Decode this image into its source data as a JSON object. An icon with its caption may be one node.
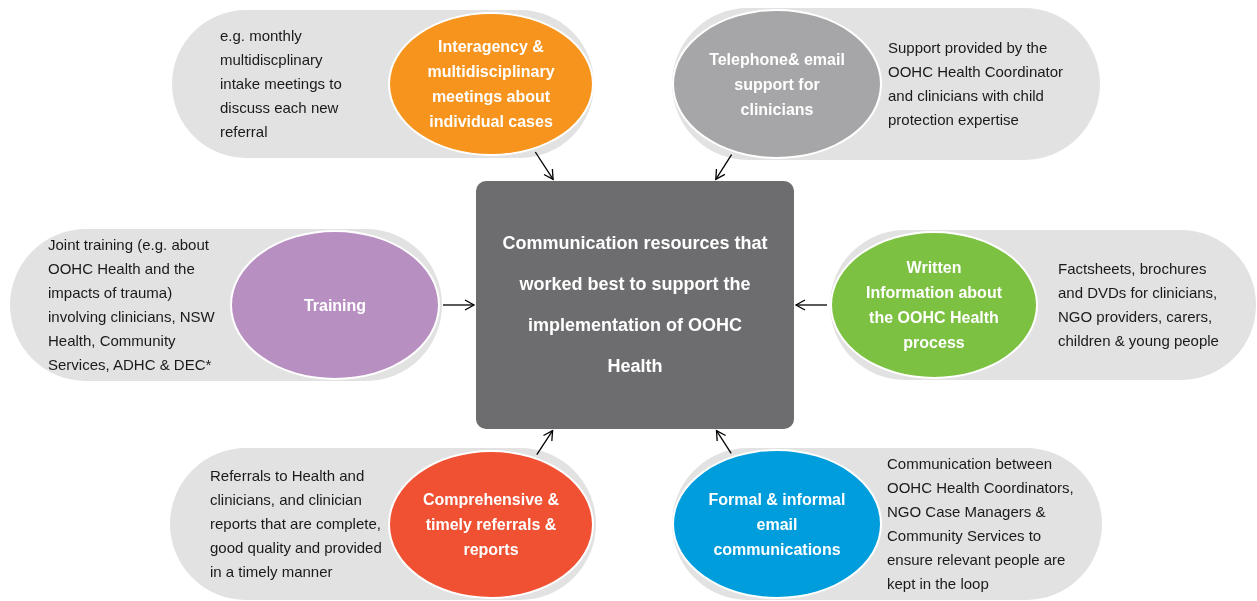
{
  "diagram": {
    "nodes": [
      {
        "text": [
          "Communication resources that worked best to support the implementation of OOHC Health"
        ]
      },
      {
        "text": [
          "e.g. monthly multidiscplinary intake meetings to discuss each new referral"
        ]
      },
      {
        "text": [
          "Interagency & multidisciplinary meetings about individual cases"
        ],
        "in": 1
      },
      {
        "text": [
          "Support provided by the OOHC Health Coordinator and clinicians with child protection expertise"
        ]
      },
      {
        "text": [
          "Telephone& email support for clinicians"
        ],
        "in": 3
      },
      {
        "text": [
          "Joint training (e.g. about OOHC Health and the impacts of trauma) involving clinicians, NSW Health, Community Services, ADHC & DEC*"
        ]
      },
      {
        "text": [
          "Training"
        ],
        "in": 5
      },
      {
        "text": [
          "Factsheets, brochures and DVDs for clinicians, NGO providers, carers, children & young people"
        ]
      },
      {
        "text": [
          "Written Information about the OOHC Health process"
        ],
        "in": 7
      },
      {
        "text": [
          "Referrals to Health and clinicians, and clinician reports that are complete, good quality and provided in a timely manner"
        ]
      },
      {
        "text": [
          "Comprehensive & timely referrals & reports"
        ],
        "in": 9
      },
      {
        "text": [
          "Communication between OOHC Health Coordinators, NGO Case Managers & Community Services to ensure relevant people are kept in the loop"
        ]
      },
      {
        "text": [
          "Formal & informal email communications"
        ],
        "in": 11
      }
    ],
    "edges": [
      {
        "from": 2,
        "to": 0,
        "arrow": "to"
      },
      {
        "from": 4,
        "to": 0,
        "arrow": "to"
      },
      {
        "from": 6,
        "to": 0,
        "arrow": "to"
      },
      {
        "from": 8,
        "to": 0,
        "arrow": "to"
      },
      {
        "from": 10,
        "to": 0,
        "arrow": "to"
      },
      {
        "from": 12,
        "to": 0,
        "arrow": "to"
      }
    ]
  }
}
